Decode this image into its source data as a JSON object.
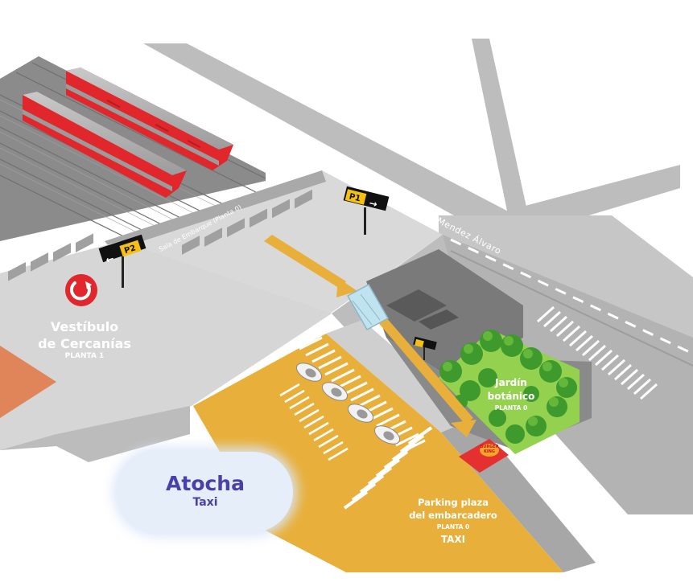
{
  "colors": {
    "platform": "#d9d9d9",
    "platform_shadow": "#a9a9a9",
    "street": "#bdbdbd",
    "parking": "#e8b03a",
    "garden": "#93d14f",
    "tree": "#3f9a2e",
    "train": "#e1262c",
    "brand": "#4b3fa8",
    "renfe_red": "#e1262c"
  },
  "streets": {
    "main_label": "Calle de Mendez Álvaro"
  },
  "platform": {
    "sala_label": "Sala de Embarque (Planta 0)"
  },
  "vestibulo": {
    "line1": "Vestíbulo",
    "line2": "de Cercanías",
    "floor": "PLANTA 1",
    "icon": "cercanias-logo-icon"
  },
  "jardin": {
    "line1": "Jardín",
    "line2": "botánico",
    "floor": "PLANTA 0"
  },
  "parking": {
    "line1": "Parking plaza",
    "line2": "del embarcadero",
    "floor": "PLANTA 0",
    "taxi": "TAXI"
  },
  "signs": {
    "p1": "P1",
    "p2": "P2",
    "p1_arrow": "arrow-right-icon",
    "p2_arrow": "arrow-left-icon"
  },
  "brand": {
    "name": "Atocha",
    "sub": "Taxi"
  },
  "burger_king": {
    "line1": "BURGER",
    "line2": "KING"
  }
}
